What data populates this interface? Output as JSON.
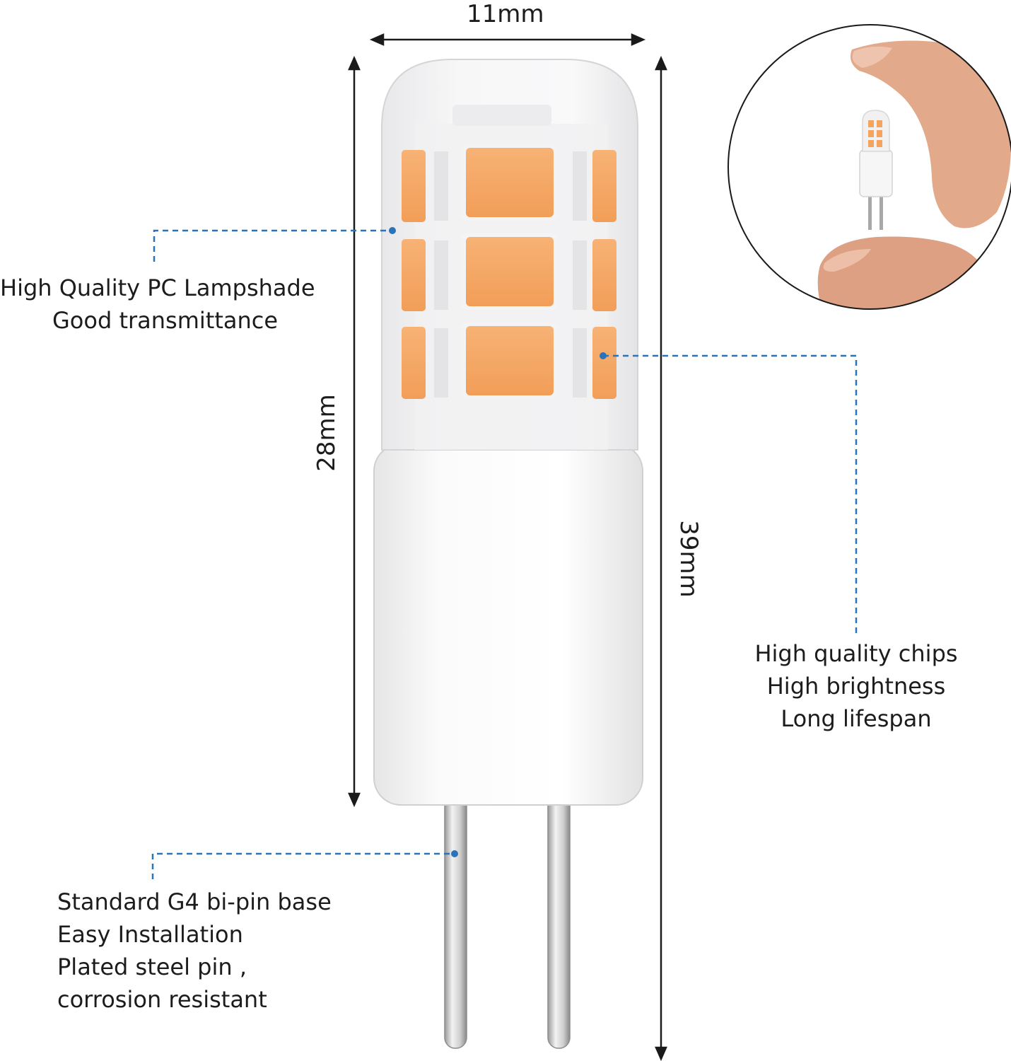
{
  "dimensions": {
    "width": "11mm",
    "lens_height": "28mm",
    "total_height": "39mm"
  },
  "callouts": {
    "lampshade": [
      "High Quality PC Lampshade",
      "Good transmittance"
    ],
    "chips": [
      "High quality chips",
      "High brightness",
      "Long lifespan"
    ],
    "base": [
      "Standard G4 bi-pin base",
      "Easy Installation",
      "Plated steel pin ,",
      "corrosion resistant"
    ]
  },
  "colors": {
    "led_chip": "#f5a864",
    "leader_line": "#2b73b8",
    "dimension_line": "#1a1a1a",
    "bulb_body": "#f7f7f7"
  },
  "icons": {
    "inset": "finger-holding-bulb-illustration"
  }
}
